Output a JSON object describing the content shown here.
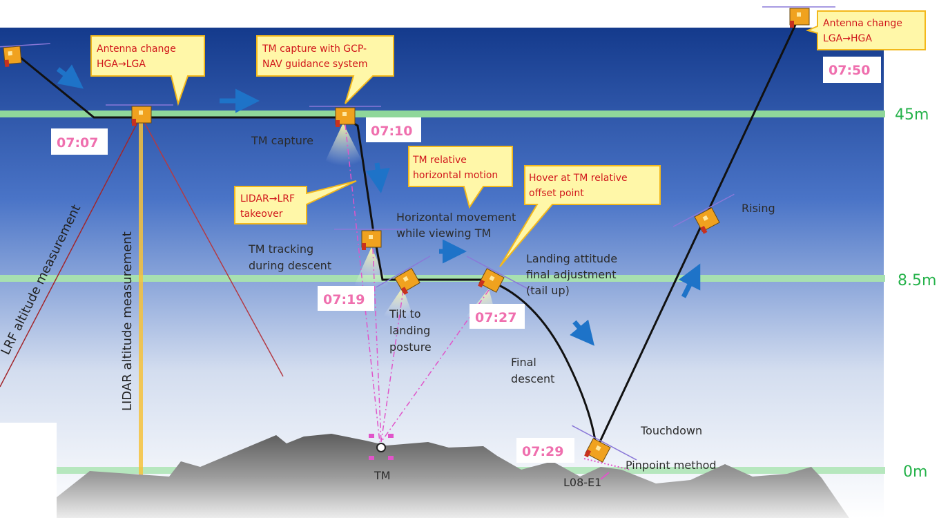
{
  "altitudes": {
    "a45": "45m",
    "a85": "8.5m",
    "a0": "0m"
  },
  "callouts": {
    "antenna_to_lga": [
      "Antenna change",
      "HGA→LGA"
    ],
    "tm_capture_gcp": [
      "TM capture with GCP-",
      "NAV guidance system"
    ],
    "tm_relative": [
      "TM relative",
      "horizontal motion"
    ],
    "hover_offset": [
      "Hover at TM relative",
      "offset point"
    ],
    "lidar_lrf": [
      "LIDAR→LRF",
      "takeover"
    ],
    "antenna_to_hga": [
      "Antenna change",
      "LGA→HGA"
    ]
  },
  "times": {
    "t0707": "07:07",
    "t0710": "07:10",
    "t0719": "07:19",
    "t0727": "07:27",
    "t0729": "07:29",
    "t0750": "07:50"
  },
  "labels": {
    "tm_capture": "TM capture",
    "tm_tracking": [
      "TM tracking",
      "during descent"
    ],
    "horizontal_movement": [
      "Horizontal movement",
      "while viewing TM"
    ],
    "landing_attitude": [
      "Landing attitude",
      "final adjustment",
      "(tail up)"
    ],
    "tilt": [
      "Tilt to",
      "landing",
      "posture"
    ],
    "final_descent": [
      "Final",
      "descent"
    ],
    "rising": "Rising",
    "touchdown": "Touchdown",
    "pinpoint": "Pinpoint method",
    "tm": "TM",
    "site": "L08-E1",
    "lrf_measure": "LRF altitude measurement",
    "lidar_measure": "LIDAR altitude measurement"
  },
  "colors": {
    "sky_top": "#143a8c",
    "sky_bottom": "#ffffff",
    "altitude_line": "#8fd79a",
    "callout_bg": "#fff7a8",
    "callout_border": "#f3b81b",
    "time_text": "#ef6fae",
    "arrow": "#1e73c8",
    "path": "#111111",
    "terrain": "#8a8a8a"
  }
}
